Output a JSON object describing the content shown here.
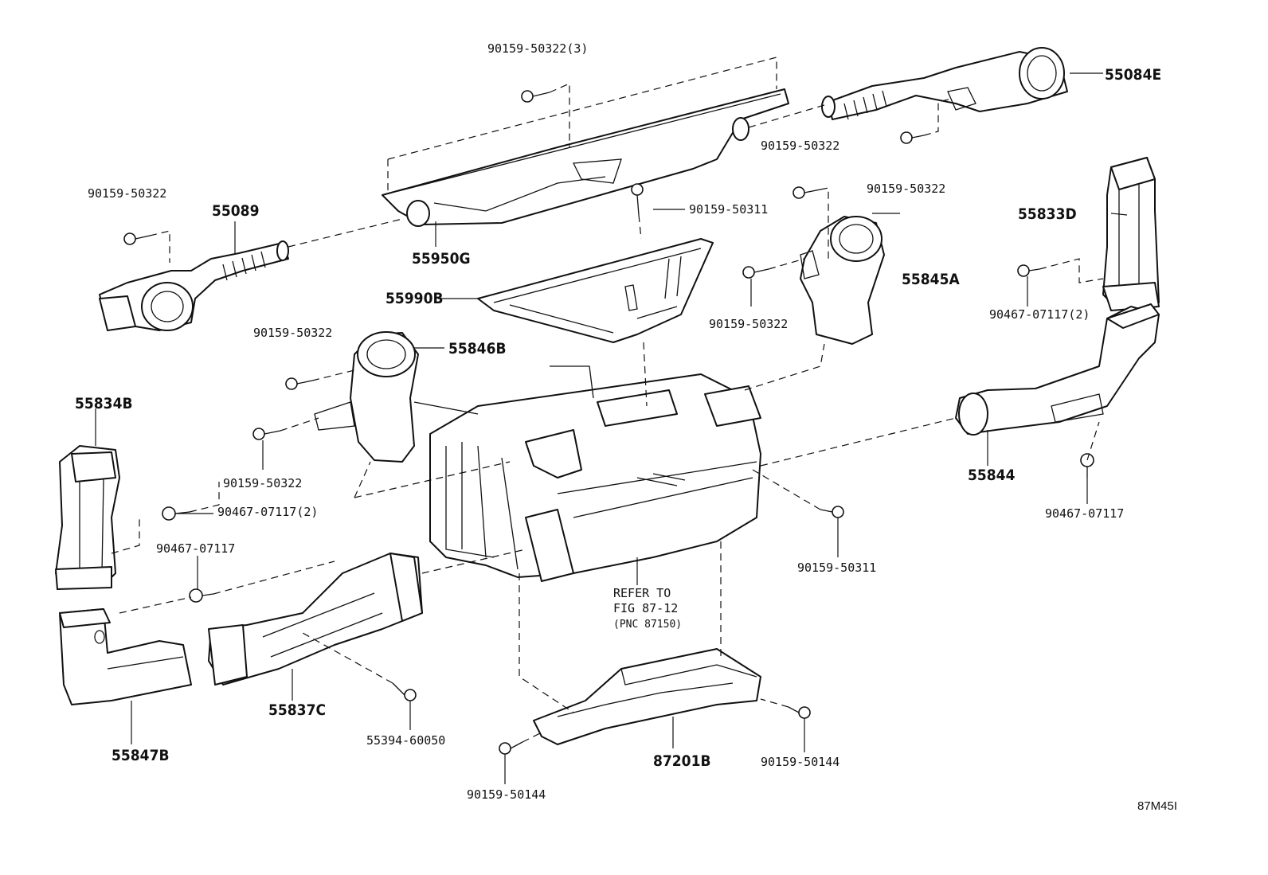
{
  "diagram_id": "87M45I",
  "parts": {
    "p90159_50322_3": "90159-50322(3)",
    "p55084E": "55084E",
    "p90159_50322_a": "90159-50322",
    "p90159_50322_b": "90159-50322",
    "p90159_50322_c": "90159-50322",
    "p55089": "55089",
    "p90159_50311_a": "90159-50311",
    "p55833D": "55833D",
    "p55950G": "55950G",
    "p55845A": "55845A",
    "p55990B": "55990B",
    "p90467_07117_2a": "90467-07117(2)",
    "p90159_50322_d": "90159-50322",
    "p90159_50322_e": "90159-50322",
    "p55846B": "55846B",
    "p55834B": "55834B",
    "p90159_50322_f": "90159-50322",
    "p55844": "55844",
    "p90467_07117_2b": "90467-07117(2)",
    "p90467_07117_a": "90467-07117",
    "p90467_07117_b": "90467-07117",
    "p90159_50311_b": "90159-50311",
    "p55837C": "55837C",
    "p55394_60050": "55394-60050",
    "p55847B": "55847B",
    "p87201B": "87201B",
    "p90159_50144_a": "90159-50144",
    "p90159_50144_b": "90159-50144"
  },
  "refer_note": {
    "line1": "REFER TO",
    "line2": "FIG 87-12",
    "line3": "(PNC 87150)"
  }
}
